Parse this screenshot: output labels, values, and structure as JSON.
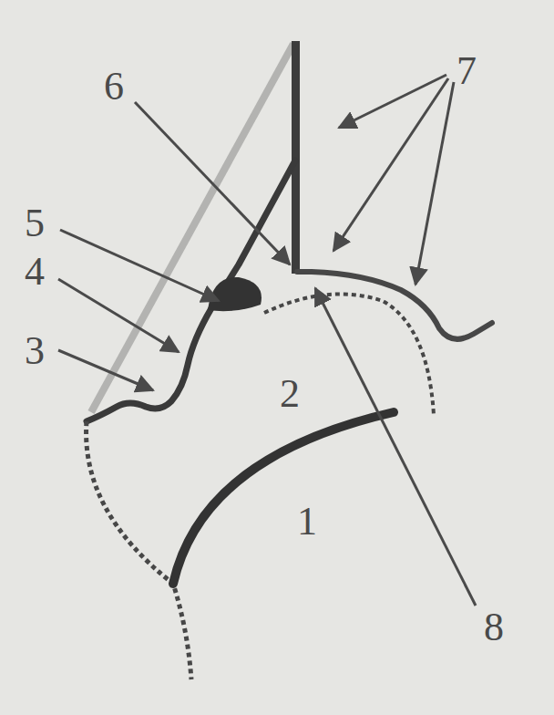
{
  "diagram": {
    "labels": [
      "6",
      "7",
      "5",
      "4",
      "3",
      "2",
      "1",
      "8"
    ]
  }
}
